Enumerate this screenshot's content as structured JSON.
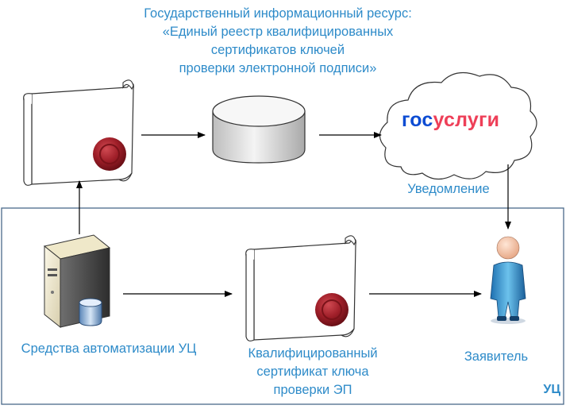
{
  "title_lines": [
    "Государственный информационный ресурс:",
    "«Единый реестр квалифицированных",
    "сертификатов ключей",
    "проверки электронной подписи»"
  ],
  "gosuslugi_logo": {
    "part1": "гос",
    "part2": "услуги"
  },
  "notification_label": "Уведомление",
  "automation_label": "Средства автоматизации УЦ",
  "certificate_lines": [
    "Квалифицированный",
    "сертификат ключа",
    "проверки ЭП"
  ],
  "applicant_label": "Заявитель",
  "uc_label": "УЦ",
  "colors": {
    "text": "#2e8bc9",
    "frame": "#4a6a8a",
    "logo_blue": "#0d4cd3",
    "logo_red": "#ee3f58",
    "seal": "#9b1c24"
  },
  "icons": [
    "scroll-document-icon",
    "wax-seal-icon",
    "database-cylinder-icon",
    "cloud-icon",
    "server-icon",
    "person-icon"
  ]
}
